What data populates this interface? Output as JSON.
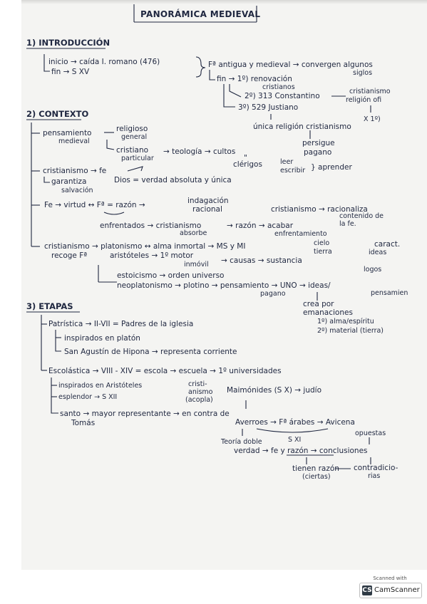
{
  "title": "PANORÁMICA MEDIEVAL",
  "sections": {
    "intro": {
      "heading": "1) INTRODUCCIÓN",
      "inicio": "inicio → caída I. romano (476)",
      "fin": "fin → S XV",
      "fa": "Fª antigua y medieval → convergen algunos",
      "siglos": "siglos",
      "fin2": "fin → 1º) renovación",
      "cristianos": "cristianos",
      "c313": "2º) 313 Constantino",
      "cristianismo_rel": "cristianismo",
      "religion_ofi": "religión ofi",
      "c529": "3º) 529 Justiano",
      "x1": "X 1º)",
      "unica": "única religión cristianismo"
    },
    "contexto": {
      "heading": "2) CONTEXTO",
      "pensamiento": "pensamiento",
      "medieval": "medieval",
      "religioso": "religioso",
      "general": "general",
      "cristiano": "cristiano",
      "particular": "particular",
      "teologia": "→ teología → cultos",
      "persigue": "persigue",
      "pagano": "pagano",
      "comillas": "\"",
      "clerigos": "clérigos",
      "leer": "leer",
      "escribir": "escribir",
      "aprender": "} aprender",
      "cristianismo": "cristianismo → fe",
      "garantiza": "garantiza",
      "salvacion": "salvación",
      "dios": "Dios = verdad absoluta y única",
      "fe_line": "Fe → virtud ↔ Fª = razón →",
      "indagacion": "indagación",
      "racional": "racional",
      "cristianismo_rac": "cristianismo → racionaliza",
      "contenido": "contenido de",
      "lafe": "la fe.",
      "enfrentados": "enfrentados → cristianismo",
      "absorbe": "absorbe",
      "razon": "→ razón → acabar",
      "enfrentamiento": "enfrentamiento",
      "recoge1": "cristianismo → platonismo ↔ alma inmortal → MS y MI",
      "cielo": "cielo",
      "tierra": "tierra",
      "caract": "caract.",
      "ideas": "ideas",
      "recoge2": "recoge Fª",
      "aristoteles": "aristóteles → 1º motor",
      "inmovil": "inmóvil",
      "causas": "→ causas → sustancia",
      "logos": "logos",
      "estoicismo": "estoicismo → orden universo",
      "neoplatonismo": "neoplatonismo → plotino → pensamiento → UNO → ideas/",
      "pagano2": "pagano",
      "pensamien": "pensamien",
      "crea": "crea por",
      "emanaciones": "emanaciones",
      "alma": "1º) alma/espíritu",
      "material": "2º) material (tierra)"
    },
    "etapas": {
      "heading": "3) ETAPAS",
      "patristica": "Patrística → II-VII = Padres de la iglesia",
      "inspirados": "inspirados en platón",
      "agustin": "San Agustín de Hipona → representa corriente",
      "escolastica": "Escolástica → VIII - XIV = escola → escuela → 1º universidades",
      "inspirados_ar": "inspirados en Aristóteles",
      "esplendor": "esplendor → S XII",
      "cristi": "cristi-",
      "anismo": "anismo",
      "cacopla": "(acopla)",
      "maimonides": "Maimónides (S X) → judío",
      "santo": "santo → mayor representante → en contra de",
      "tomas": "Tomás",
      "averroes": "Averroes → Fª árabes → Avicena",
      "sxi": "S XI",
      "opuestas": "opuestas",
      "teoria": "Teoría doble",
      "verdad": "verdad → fe y razón → conclusiones",
      "tienen": "tienen razón",
      "ciertas": "(ciertas)",
      "contradicio": "contradicio-",
      "rias": "rias"
    }
  },
  "scanner": {
    "scanned_with": "Scanned with",
    "brand": "CamScanner",
    "logo_letters": "CS"
  }
}
